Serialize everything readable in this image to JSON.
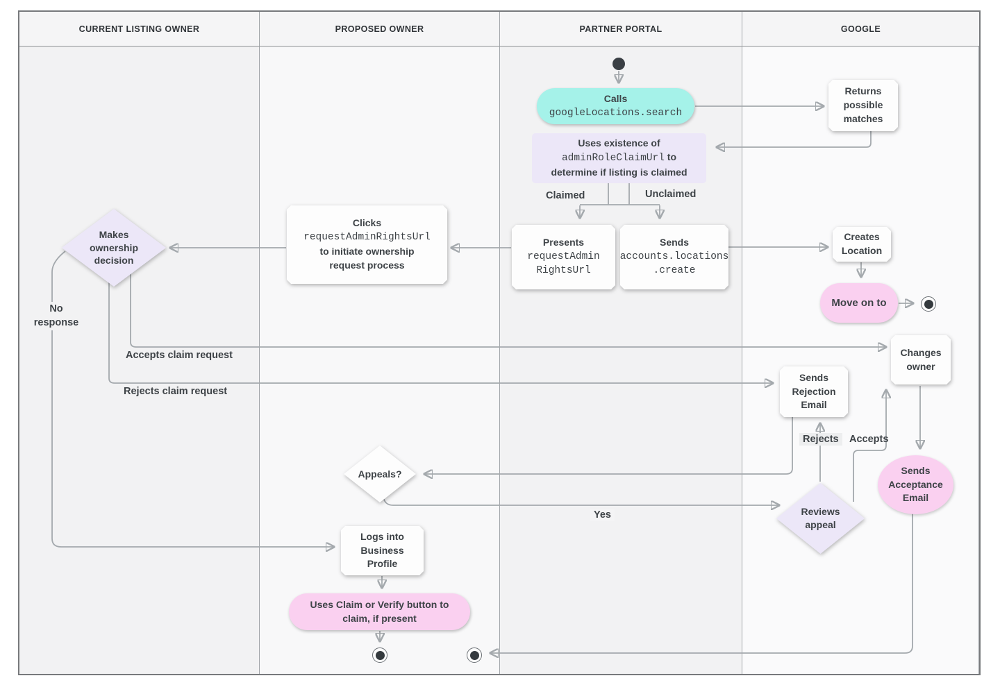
{
  "lanes": [
    {
      "label": "CURRENT LISTING OWNER"
    },
    {
      "label": "PROPOSED OWNER"
    },
    {
      "label": "PARTNER PORTAL"
    },
    {
      "label": "GOOGLE"
    }
  ],
  "nodes": {
    "calls": {
      "title": "Calls",
      "code": "googleLocations.search"
    },
    "returns_matches": {
      "label": "Returns possible matches"
    },
    "uses_existence": {
      "line1": "Uses existence of",
      "code": "adminRoleClaimUrl",
      "line2_rest": "to",
      "line3": "determine if listing is claimed"
    },
    "presents": {
      "title": "Presents",
      "code_line1": "requestAdmin",
      "code_line2": "RightsUrl"
    },
    "sends_create": {
      "title": "Sends",
      "code_line1": "accounts.locations",
      "code_line2": ".create"
    },
    "clicks": {
      "title": "Clicks",
      "code": "requestAdminRightsUrl",
      "line3": "to initiate ownership",
      "line4": "request process"
    },
    "makes_decision": {
      "label": "Makes ownership decision"
    },
    "creates_location": {
      "label": "Creates Location"
    },
    "move_on": {
      "label": "Move on to"
    },
    "changes_owner": {
      "label": "Changes owner"
    },
    "sends_rejection": {
      "label": "Sends Rejection Email"
    },
    "sends_acceptance": {
      "label": "Sends Acceptance Email"
    },
    "reviews_appeal": {
      "label": "Reviews appeal"
    },
    "appeals": {
      "label": "Appeals?"
    },
    "logs_in": {
      "label": "Logs into Business Profile"
    },
    "claim_verify": {
      "label": "Uses Claim or Verify button to claim, if present"
    }
  },
  "edge_labels": {
    "claimed": "Claimed",
    "unclaimed": "Unclaimed",
    "accepts_claim": "Accepts claim request",
    "rejects_claim": "Rejects claim request",
    "no_response": "No response",
    "yes": "Yes",
    "rejects": "Rejects",
    "accepts": "Accepts"
  },
  "colors": {
    "teal_action": "#A5F2E9",
    "pink_action": "#FAD0F0",
    "lavender_decision": "#ECE7F8",
    "line": "#A4A9AD",
    "arrowhead": "#82878C",
    "text": "#3E4347",
    "lane_dark": "#F2F2F3",
    "lane_light": "#F9F9FA"
  }
}
